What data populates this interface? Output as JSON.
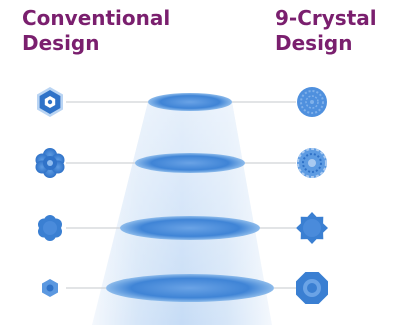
{
  "headings": {
    "left": [
      "Conventional",
      "Design"
    ],
    "right": [
      "9-Crystal",
      "Design"
    ]
  },
  "colors": {
    "heading": "#7a1f6e",
    "crystal_dark": "#2f72c8",
    "crystal_light": "#6aa3e6",
    "cone_light": "#eef5fd",
    "cone_mid": "#c6dcf6",
    "leader_line": "#d0d3d8"
  },
  "rows": [
    {
      "left_icon": "conventional-crystal-hexagon-ring-icon",
      "right_icon": "nine-crystal-round-ring-icon"
    },
    {
      "left_icon": "conventional-crystal-clover-icon",
      "right_icon": "nine-crystal-lace-icon"
    },
    {
      "left_icon": "conventional-crystal-scalloped-icon",
      "right_icon": "nine-crystal-star-icon"
    },
    {
      "left_icon": "conventional-crystal-small-hexagon-icon",
      "right_icon": "nine-crystal-octagon-ring-icon"
    }
  ]
}
